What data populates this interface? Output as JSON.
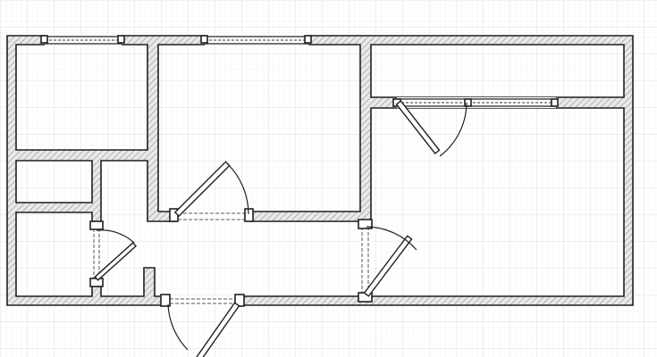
{
  "diagram": {
    "type": "floor-plan",
    "background": "#ffffff",
    "grid_color": "#e2e2e2",
    "wall_color": "#1f1f1f",
    "hatch_color": "#9a9a9a",
    "rooms": [
      "top-left-room",
      "small-middle-left-room",
      "bottom-left-room",
      "corridor",
      "center-room",
      "top-right-room",
      "large-right-room"
    ],
    "windows": [
      "window-top-left",
      "window-top-center",
      "window-internal-right"
    ],
    "doors": [
      "door-center-room",
      "door-left-room",
      "door-right-room",
      "door-entrance",
      "door-top-right"
    ]
  }
}
